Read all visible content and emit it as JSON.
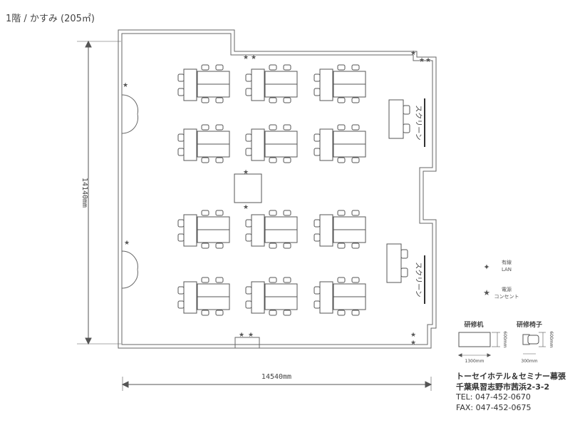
{
  "title": "1階 / かすみ (205㎡)",
  "dimensions": {
    "height": "14140mm",
    "width": "14540mm"
  },
  "screens": [
    "スクリーン",
    "スクリーン"
  ],
  "legend": {
    "lan": {
      "line1": "有線",
      "line2": "LAN"
    },
    "power": {
      "line1": "電源",
      "line2": "コンセント"
    }
  },
  "furniture": {
    "desk": {
      "label": "研修机",
      "width": "1300mm",
      "depth": "600mm"
    },
    "chair": {
      "label": "研修椅子",
      "width": "300mm",
      "depth": "600mm"
    }
  },
  "hotel": {
    "name": "トーセイホテル＆セミナー幕張",
    "address": "千葉県習志野市茜浜2-3-2",
    "tel": "TEL: 047-452-0670",
    "fax": "FAX: 047-452-0675"
  }
}
